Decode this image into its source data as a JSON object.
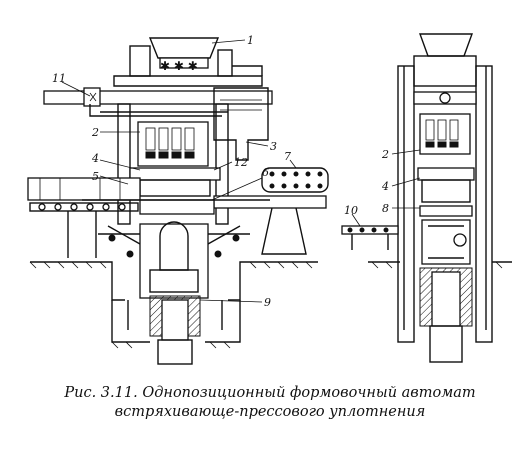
{
  "caption": {
    "line1": "Рис. 3.11. Однопозиционный формовочный автомат",
    "line2": "встряхивающе-прессового уплотнения"
  },
  "callouts": [
    "1",
    "2",
    "3",
    "4",
    "5",
    "6",
    "7",
    "8",
    "9",
    "10",
    "11",
    "12",
    "2",
    "4",
    "8",
    "10"
  ]
}
